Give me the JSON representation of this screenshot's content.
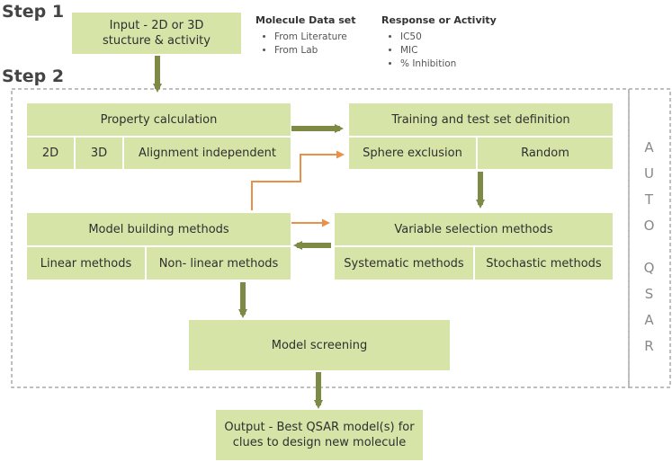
{
  "steps": {
    "step1": "Step 1",
    "step2": "Step 2"
  },
  "input_box": {
    "line1": "Input - 2D or 3D",
    "line2": "stucture & activity"
  },
  "molecule_data": {
    "title": "Molecule Data set",
    "items": [
      "From Literature",
      "From Lab"
    ]
  },
  "response": {
    "title": "Response or Activity",
    "items": [
      "IC50",
      "MIC",
      "% Inhibition"
    ]
  },
  "property": {
    "title": "Property calculation",
    "cells": [
      "2D",
      "3D",
      "Alignment independent"
    ]
  },
  "training": {
    "title": "Training and test set definition",
    "cells": [
      "Sphere exclusion",
      "Random"
    ]
  },
  "model_building": {
    "title": "Model building methods",
    "cells": [
      "Linear methods",
      "Non- linear methods"
    ]
  },
  "variable_selection": {
    "title": "Variable selection methods",
    "cells": [
      "Systematic methods",
      "Stochastic methods"
    ]
  },
  "screening": {
    "title": "Model screening"
  },
  "output_box": {
    "line1": "Output - Best QSAR model(s) for",
    "line2": "clues to design new molecule"
  },
  "auto_qsar": {
    "letters": [
      "A",
      "U",
      "T",
      "O",
      "",
      "Q",
      "S",
      "A",
      "R"
    ]
  },
  "colors": {
    "box_fill": "#d7e4a8",
    "arrow_green": "#7c8a45",
    "arrow_orange": "#e8914a",
    "dashed_border": "#aaaaaa"
  }
}
